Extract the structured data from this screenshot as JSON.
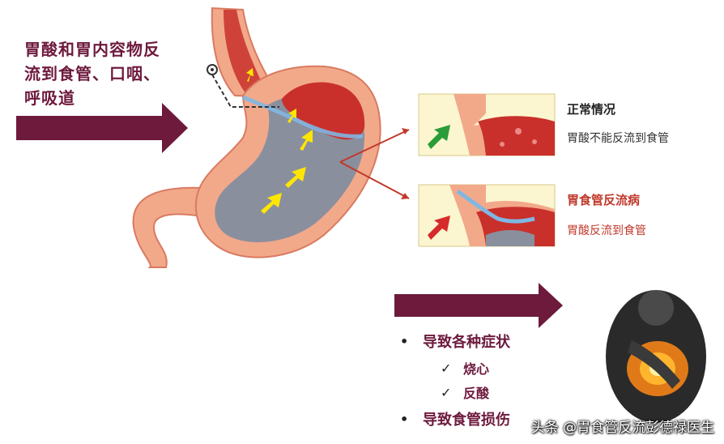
{
  "headline": {
    "lines": [
      "胃酸和胃内容物反",
      "流到食管、口咽、",
      "呼吸道"
    ]
  },
  "panels": {
    "normal": {
      "title": "正常情况",
      "desc": "胃酸不能反流到食管",
      "title_color": "#222222",
      "desc_color": "#333333"
    },
    "gerd": {
      "title": "胃食管反流病",
      "desc": "胃酸反流到食管",
      "title_color": "#c0392b",
      "desc_color": "#c0392b"
    }
  },
  "list": {
    "bullets": [
      {
        "text": "导致各种症状",
        "subs": [
          "烧心",
          "反酸"
        ]
      },
      {
        "text": "导致食管损伤"
      }
    ],
    "check_mark": "✓",
    "bullet_mark": "•"
  },
  "watermark": "头条 @胃食管反流彭德禄医生",
  "colors": {
    "arrow": "#6d1a3d",
    "headline": "#6d1a3d",
    "stomach_outer": "#f2a98a",
    "stomach_inner": "#8a8f9e",
    "fundus": "#c9302c",
    "reflux_arrow": "#ffe600",
    "green_arrow": "#2a9d3a",
    "red_arrow": "#d62b2b",
    "panel_bg": "#fbf6cf"
  }
}
